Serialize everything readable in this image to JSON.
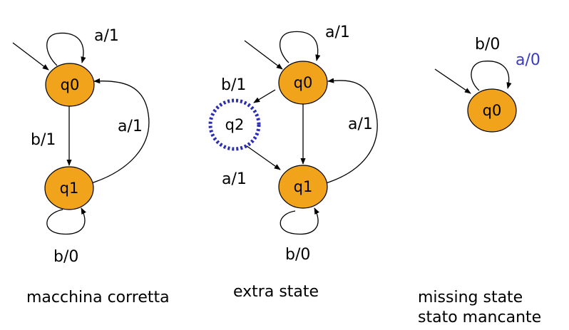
{
  "colors": {
    "state_fill": "#f0a31b",
    "missing_state_outline": "#2b2db4",
    "highlight_text": "#3b3bc0"
  },
  "machines": [
    {
      "caption": [
        "macchina corretta"
      ],
      "states": [
        "q0",
        "q1"
      ],
      "labels": {
        "q0_self": "a/1",
        "q0_q1": "b/1",
        "q1_q0": "a/1",
        "q1_self": "b/0"
      }
    },
    {
      "caption": [
        "extra state"
      ],
      "states": [
        "q0",
        "q1",
        "q2"
      ],
      "labels": {
        "q0_self": "a/1",
        "q0_q2": "b/1",
        "q2_q1": "a/1",
        "q1_q0": "a/1",
        "q1_self": "b/0"
      }
    },
    {
      "caption": [
        "missing state",
        "stato mancante"
      ],
      "states": [
        "q0"
      ],
      "labels": {
        "q0_self_b": "b/0",
        "q0_self_a": "a/0"
      }
    }
  ]
}
